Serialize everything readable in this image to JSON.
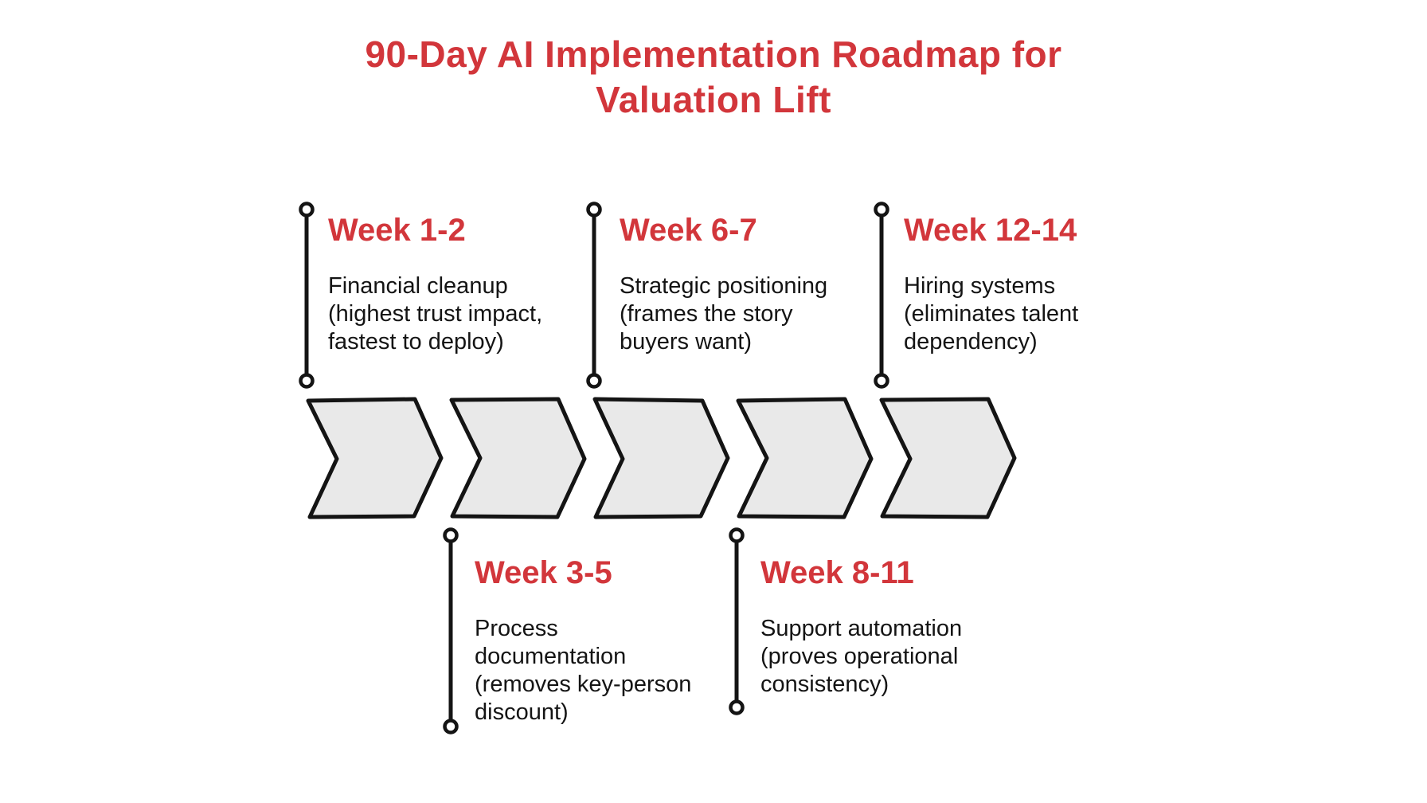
{
  "title": "90-Day AI Implementation Roadmap for\nValuation Lift",
  "colors": {
    "accent_red": "#d2363b",
    "text_color": "#141414",
    "chevron_fill": "#e9e9e9",
    "chevron_stroke": "#141414",
    "canvas_bg": "#ffffff"
  },
  "arrow_count": 5,
  "milestones": [
    {
      "week_label": "Week 1-2",
      "description": "Financial cleanup\n(highest trust impact,\nfastest to deploy)",
      "position": "above"
    },
    {
      "week_label": "Week 3-5",
      "description": "Process\ndocumentation\n(removes key-person\ndiscount)",
      "position": "below"
    },
    {
      "week_label": "Week 6-7",
      "description": "Strategic positioning\n(frames the story\nbuyers want)",
      "position": "above"
    },
    {
      "week_label": "Week 8-11",
      "description": "Support automation\n(proves operational\nconsistency)",
      "position": "below"
    },
    {
      "week_label": "Week 12-14",
      "description": "Hiring systems\n(eliminates talent\ndependency)",
      "position": "above"
    }
  ]
}
